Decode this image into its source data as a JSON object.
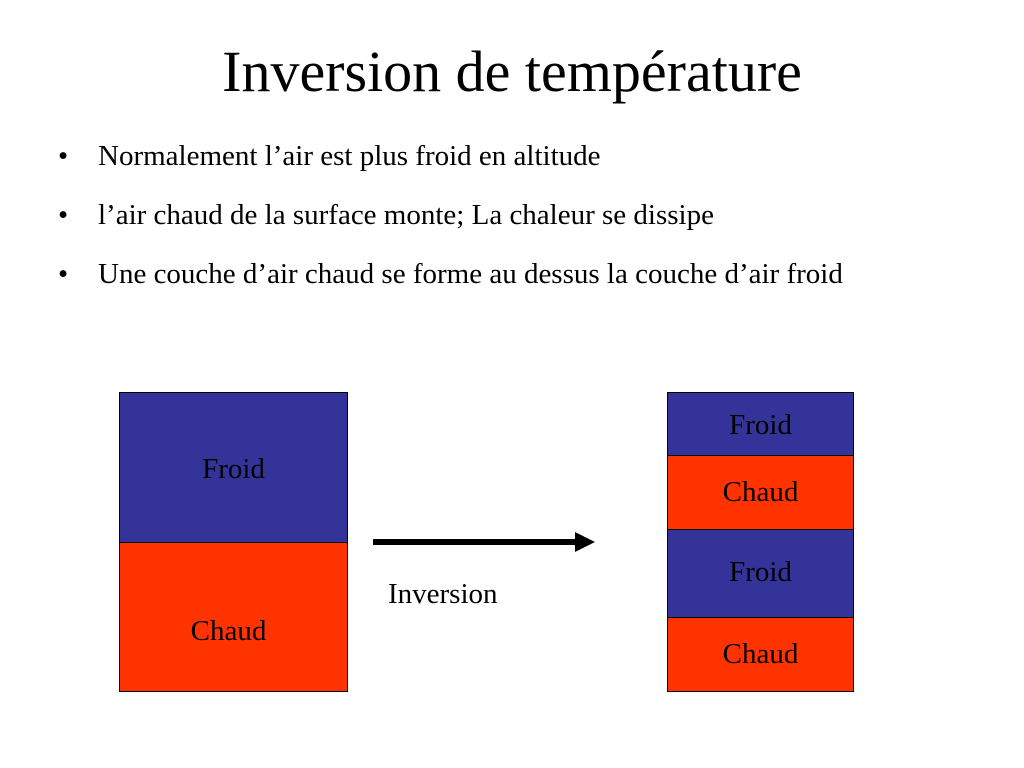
{
  "slide": {
    "title": "Inversion de température",
    "bullet_symbol": "•",
    "bullets": [
      "Normalement l’air est plus froid en altitude",
      "l’air chaud de la surface monte; La chaleur se dissipe",
      "Une couche d’air chaud se forme au dessus la couche d’air froid"
    ]
  },
  "diagram": {
    "colors": {
      "cold": "#333399",
      "warm": "#ff3300"
    },
    "before": {
      "layers": [
        "Froid",
        "Chaud"
      ]
    },
    "arrow_label": "Inversion",
    "after": {
      "layers": [
        "Froid",
        "Chaud",
        "Froid",
        "Chaud"
      ]
    }
  }
}
